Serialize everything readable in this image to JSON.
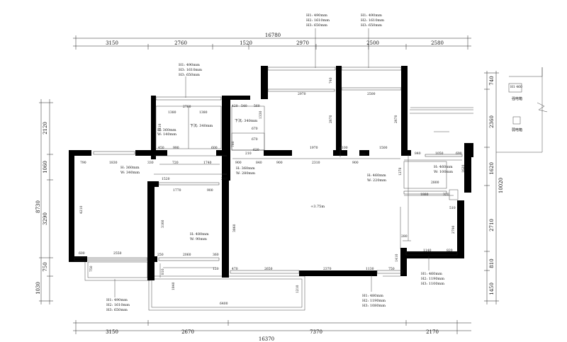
{
  "top_dims": [
    "3150",
    "2760",
    "1520",
    "2970",
    "2500",
    "2580"
  ],
  "top_total": "16780",
  "bottom_dims": [
    "3150",
    "2670",
    "7370",
    "2170"
  ],
  "bottom_total": "16370",
  "left_dims_outer": [
    "8730",
    "1030"
  ],
  "left_dims_inner": [
    "2120",
    "1060",
    "3290",
    "750"
  ],
  "right_dims_inner": [
    "740",
    "2360",
    "1620",
    "2710",
    "810",
    "1450"
  ],
  "right_total": "10020",
  "top_window_specs": [
    [
      "H1: 490mm",
      "H2: 1610mm",
      "H3: 650mm"
    ],
    [
      "H1: 490mm",
      "H2: 1610mm",
      "H3: 650mm"
    ],
    [
      "H1: 490mm",
      "H3: 1610mm",
      "H3: 650mm"
    ]
  ],
  "bottom_window_specs": [
    [
      "H1: 490mm",
      "H2: 1610mm",
      "H3: 650mm"
    ],
    [
      "H1: 480mm",
      "H2: 1190mm",
      "H3: 1080mm"
    ],
    [
      "H1: 460mm",
      "H2: 1190mm",
      "H3: 1100mm"
    ]
  ],
  "opening_specs": [
    [
      "H: 360mm",
      "W: 140mm"
    ],
    [
      "H: 360mm",
      "W: 340mm"
    ],
    [
      "H: 360mm",
      "W: 280mm"
    ],
    [
      "H: 460mm",
      "W: 220mm"
    ],
    [
      "H: 460mm",
      "W: 100mm"
    ],
    [
      "H: 480mm",
      "W: 90mm"
    ]
  ],
  "beam_labels": [
    "下沉: 340mm",
    "下沉: 340mm"
  ],
  "elevation_label": "+3.75m",
  "interior_dims": [
    "2760",
    "1380",
    "1380",
    "1210",
    "450",
    "990",
    "600",
    "420",
    "540",
    "560",
    "670",
    "670",
    "1330",
    "620",
    "780",
    "210",
    "2970",
    "740",
    "2670",
    "1970",
    "100",
    "2500",
    "2670",
    "1500",
    "290",
    "790",
    "1830",
    "330",
    "720",
    "1740",
    "900",
    "840",
    "900",
    "2310",
    "900",
    "840",
    "1050",
    "690",
    "1620",
    "1270",
    "2800",
    "1880",
    "320",
    "510",
    "1520",
    "1770",
    "900",
    "340",
    "4210",
    "3160",
    "3860",
    "2790",
    "280",
    "1410",
    "1140",
    "820",
    "600",
    "2550",
    "250",
    "2060",
    "360",
    "470",
    "2650",
    "2370",
    "1130",
    "750",
    "750",
    "810",
    "1840",
    "6400",
    "1210",
    "120"
  ],
  "legend": {
    "strong": "强电箱",
    "weak": "弱电箱"
  }
}
